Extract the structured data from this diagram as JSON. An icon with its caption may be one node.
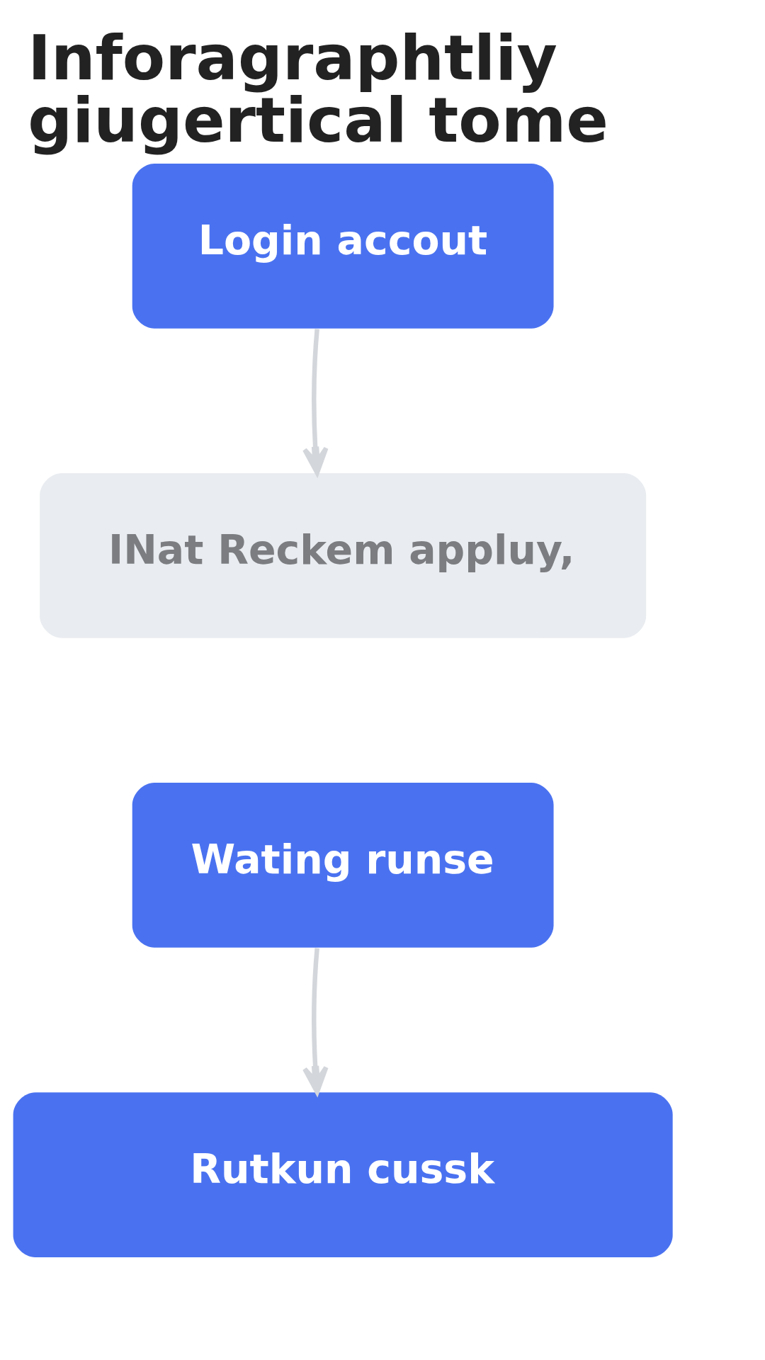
{
  "diagram": {
    "title": "Inforagraphtliy giugertical tome",
    "nodes": [
      {
        "text": [
          "Login accout"
        ]
      },
      {
        "text": [
          "INat Reckem appluy,"
        ]
      },
      {
        "text": [
          "Wating runse"
        ]
      },
      {
        "text": [
          "Rutkun cussk"
        ]
      }
    ],
    "edges": [
      {
        "from": 0,
        "to": 1,
        "arrow": "to"
      },
      {
        "from": 2,
        "to": 3,
        "arrow": "to"
      }
    ]
  }
}
